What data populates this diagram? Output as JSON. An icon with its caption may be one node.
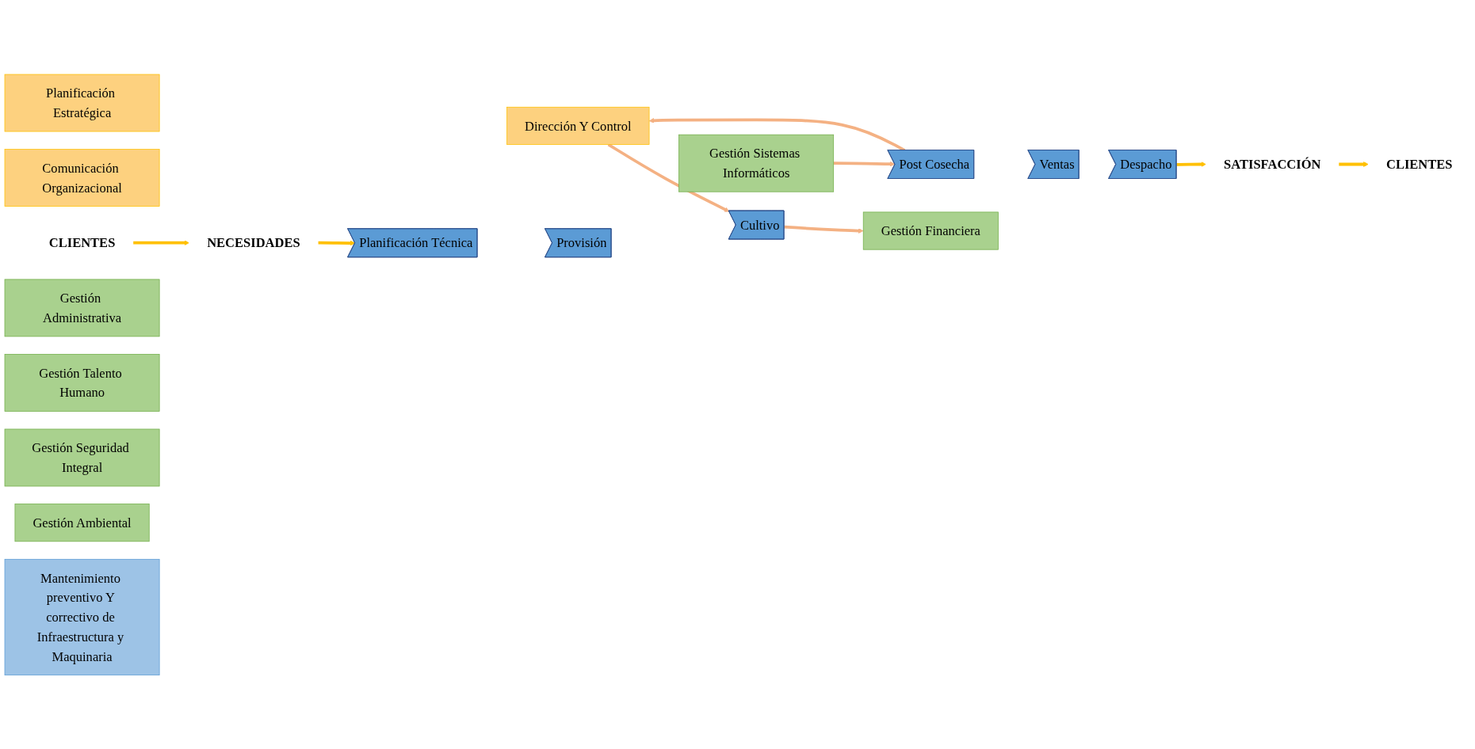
{
  "diagram": {
    "nodes": [
      {
        "text": [
          "Planificación Estratégica"
        ]
      },
      {
        "text": [
          "Dirección Y Control"
        ]
      },
      {
        "text": [
          "Comunicación Organizacional"
        ]
      },
      {
        "text": [
          "CLIENTES"
        ]
      },
      {
        "text": [
          "NECESIDADES"
        ]
      },
      {
        "text": [
          "Planificación Técnica"
        ]
      },
      {
        "text": [
          "Provisión"
        ]
      },
      {
        "text": [
          "Cultivo"
        ]
      },
      {
        "text": [
          "Post Cosecha"
        ]
      },
      {
        "text": [
          "Ventas"
        ]
      },
      {
        "text": [
          "Despacho"
        ]
      },
      {
        "text": [
          "SATISFACCIÓN"
        ]
      },
      {
        "text": [
          "CLIENTES"
        ]
      },
      {
        "text": [
          "Gestión Administrativa"
        ]
      },
      {
        "text": [
          "Gestión Talento Humano"
        ]
      },
      {
        "text": [
          "Gestión Financiera"
        ]
      },
      {
        "text": [
          "Gestión Sistemas Informáticos"
        ]
      },
      {
        "text": [
          "Gestión Seguridad Integral"
        ]
      },
      {
        "text": [
          "Gestión Ambiental"
        ]
      },
      {
        "text": [
          "Mantenimiento preventivo Y correctivo de Infraestructura y Maquinaria"
        ]
      }
    ],
    "edges": [
      {
        "from": 3,
        "to": 4,
        "arrow": "to",
        "color": "#ffc000"
      },
      {
        "from": 4,
        "to": 5,
        "arrow": "to",
        "color": "#ffc000"
      },
      {
        "from": 10,
        "to": 11,
        "arrow": "to",
        "color": "#ffc000"
      },
      {
        "from": 11,
        "to": 12,
        "arrow": "to",
        "color": "#ffc000"
      },
      {
        "from": 1,
        "to": 7,
        "arrow": "to",
        "color": "#f4b183"
      },
      {
        "from": 8,
        "to": 1,
        "arrow": "to",
        "color": "#f4b183"
      },
      {
        "from": 7,
        "to": 15,
        "arrow": "to",
        "color": "#f4b183"
      },
      {
        "from": 16,
        "to": 8,
        "arrow": "to",
        "color": "#f4b183"
      }
    ]
  }
}
